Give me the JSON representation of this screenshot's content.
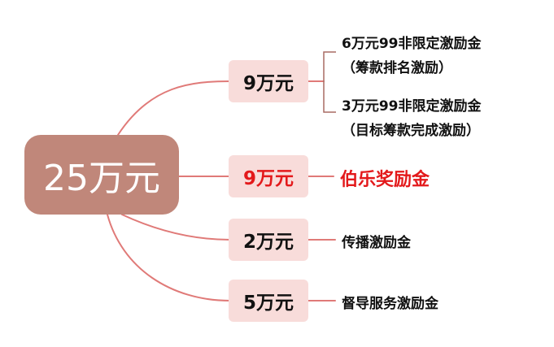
{
  "root": {
    "label": "25万元"
  },
  "branches": [
    {
      "amount": "9万元",
      "children": [
        {
          "line1": "6万元99非限定激励金",
          "line2": "（筹款排名激励）"
        },
        {
          "line1": "3万元99非限定激励金",
          "line2": "（目标筹款完成激励）"
        }
      ]
    },
    {
      "amount": "9万元",
      "highlight": true,
      "label": "伯乐奖励金"
    },
    {
      "amount": "2万元",
      "label": "传播激励金"
    },
    {
      "amount": "5万元",
      "label": "督导服务激励金"
    }
  ],
  "colors": {
    "root_fill": "#c0877a",
    "amount_fill": "#f8dcda",
    "connector": "#e07a78",
    "bracket": "#a86c64",
    "highlight_text": "#e3191b"
  }
}
